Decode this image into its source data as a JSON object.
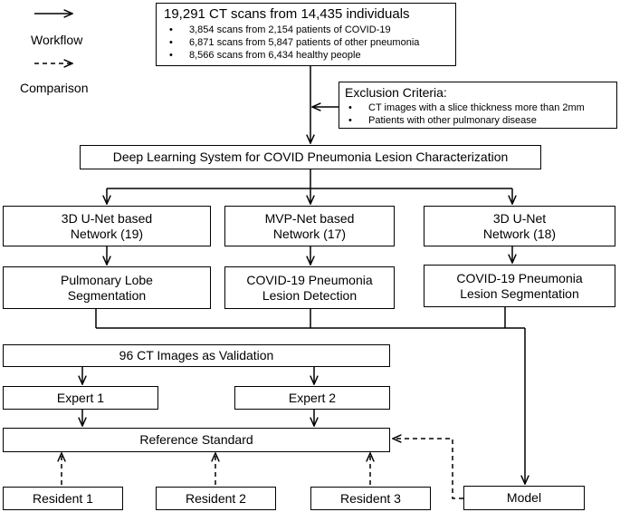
{
  "legend": {
    "workflow_label": "Workflow",
    "comparison_label": "Comparison"
  },
  "data_box": {
    "title": "19,291 CT scans from 14,435 individuals",
    "bullets": [
      "3,854 scans from 2,154 patients of COVID-19",
      "6,871 scans from 5,847 patients of other pneumonia",
      "8,566 scans from 6,434 healthy people"
    ]
  },
  "exclusion": {
    "title": "Exclusion Criteria:",
    "bullets": [
      "CT images with a slice thickness more than 2mm",
      "Patients with other pulmonary disease"
    ]
  },
  "system": {
    "label": "Deep Learning System for COVID Pneumonia Lesion Characterization"
  },
  "networks": [
    {
      "line1": "3D U-Net based",
      "line2": "Network (19)"
    },
    {
      "line1": "MVP-Net based",
      "line2": "Network (17)"
    },
    {
      "line1": "3D U-Net",
      "line2": "Network (18)"
    }
  ],
  "tasks": [
    {
      "line1": "Pulmonary Lobe",
      "line2": "Segmentation"
    },
    {
      "line1": "COVID-19 Pneumonia",
      "line2": "Lesion Detection"
    },
    {
      "line1": "COVID-19 Pneumonia",
      "line2": "Lesion Segmentation"
    }
  ],
  "validation": {
    "label": "96 CT Images as Validation"
  },
  "experts": [
    "Expert 1",
    "Expert 2"
  ],
  "reference": {
    "label": "Reference Standard"
  },
  "residents": [
    "Resident 1",
    "Resident 2",
    "Resident 3"
  ],
  "model": {
    "label": "Model"
  }
}
